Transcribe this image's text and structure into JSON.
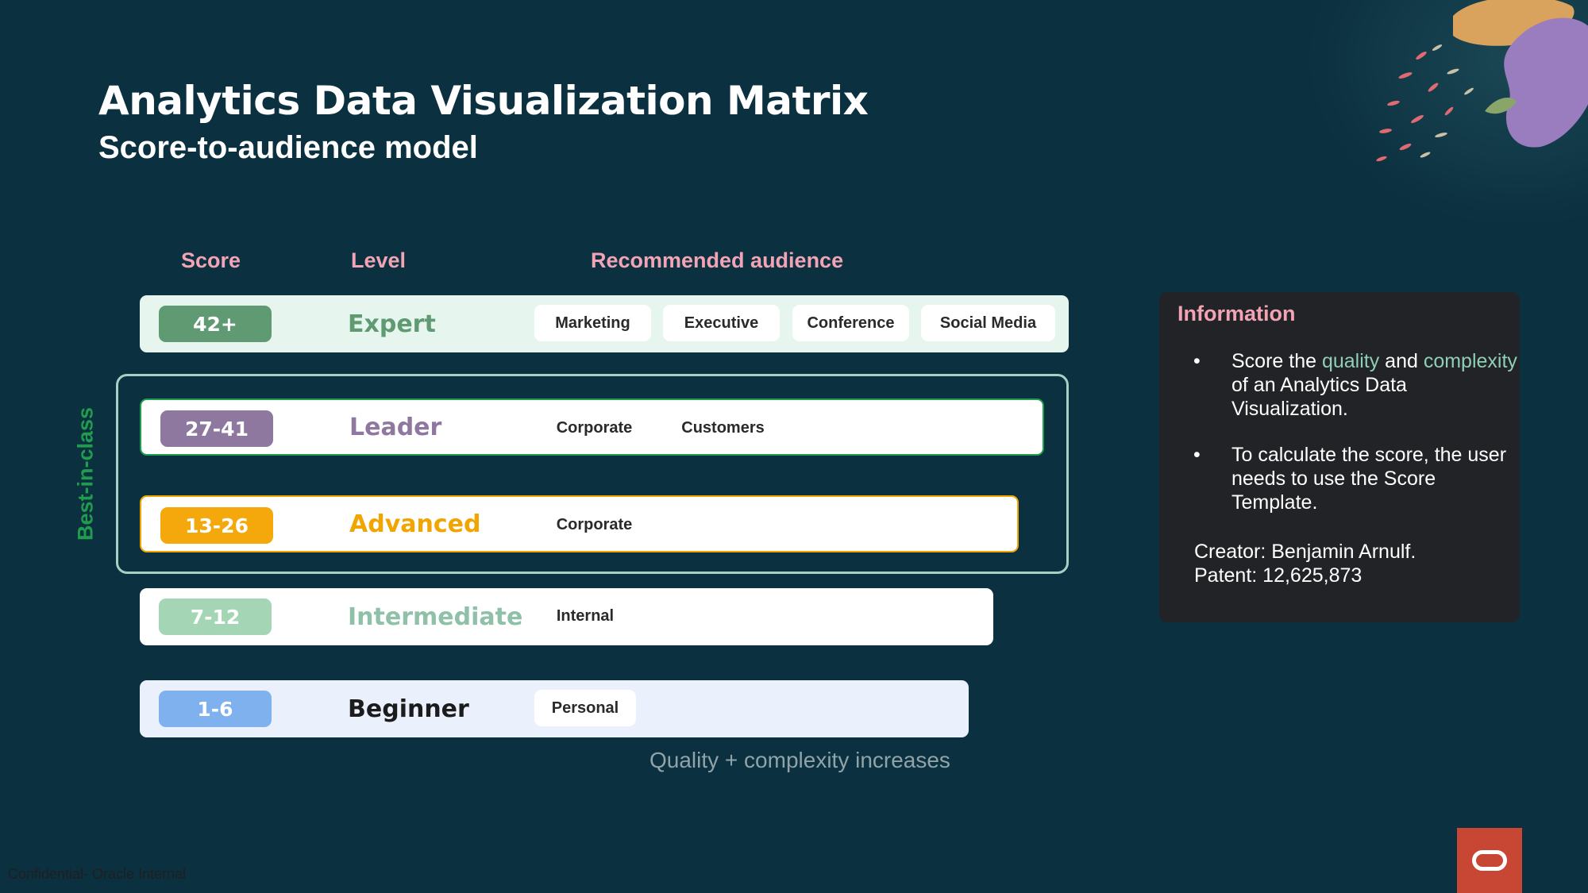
{
  "slide": {
    "title": "Analytics Data Visualization Matrix",
    "subtitle": "Score-to-audience model",
    "confidential": "Confidential- Oracle Internal"
  },
  "headers": {
    "score": "Score",
    "level": "Level",
    "audience": "Recommended audience"
  },
  "best_in_class_label": "Best-in-class",
  "axis_note": "Quality + complexity increases",
  "rows": [
    {
      "score": "42+",
      "level": "Expert",
      "audiences": [
        "Marketing",
        "Executive",
        "Conference",
        "Social Media"
      ],
      "badge_color": "#5f9a73",
      "level_color": "#5f9a73",
      "row_bg": "#e7f5ef"
    },
    {
      "score": "27-41",
      "level": "Leader",
      "audiences": [
        "Corporate",
        "Customers"
      ],
      "badge_color": "#8e789f",
      "level_color": "#8e789f",
      "row_bg": "#ffffff"
    },
    {
      "score": "13-26",
      "level": "Advanced",
      "audiences": [
        "Corporate"
      ],
      "badge_color": "#f5a80c",
      "level_color": "#f0a500",
      "row_bg": "#ffffff"
    },
    {
      "score": "7-12",
      "level": "Intermediate",
      "audiences": [
        "Internal"
      ],
      "badge_color": "#a4d6b6",
      "level_color": "#8fc0a8",
      "row_bg": "#ffffff"
    },
    {
      "score": "1-6",
      "level": "Beginner",
      "audiences": [
        "Personal"
      ],
      "badge_color": "#7fb1ee",
      "level_color": "#1c1c1c",
      "row_bg": "#eaf1fc"
    }
  ],
  "info": {
    "title": "Information",
    "bullets": [
      {
        "pre": "Score the ",
        "hl1": "quality",
        "mid": " and ",
        "hl2": "complexity",
        "post": " of an Analytics Data Visualization."
      },
      {
        "text": "To calculate the score, the user needs to use the Score Template."
      }
    ],
    "creator": "Creator: Benjamin Arnulf.",
    "patent": "Patent: 12,625,873"
  },
  "colors": {
    "background": "#0b3040",
    "header_pink": "#f2a4b6",
    "best_in_class_green": "#1f9d4d",
    "oracle_red": "#c74634"
  }
}
